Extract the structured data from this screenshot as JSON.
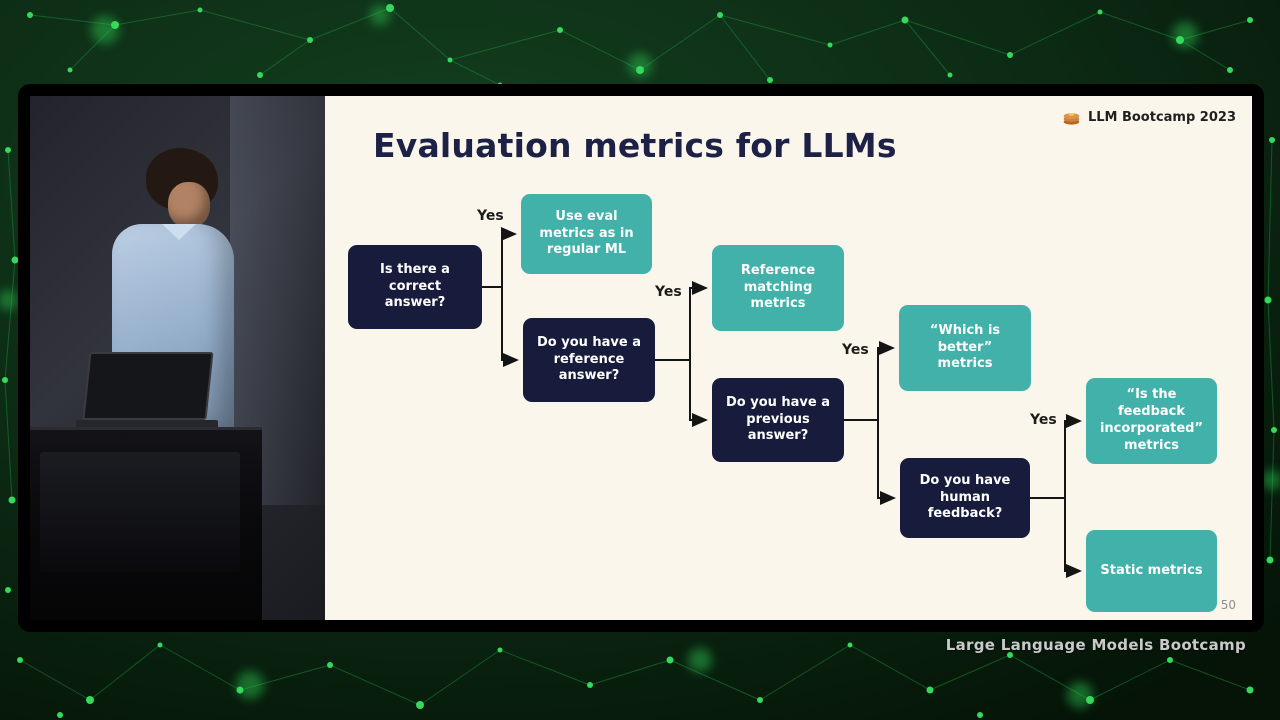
{
  "header": {
    "badge_label": "LLM Bootcamp 2023"
  },
  "slide": {
    "title": "Evaluation metrics for LLMs",
    "page_number": "50"
  },
  "footer": {
    "watermark": "Large Language Models Bootcamp"
  },
  "diagram": {
    "type": "flowchart",
    "nodes": [
      {
        "id": "q-correct-answer",
        "kind": "question",
        "label": "Is there a correct answer?"
      },
      {
        "id": "m-eval-regular-ml",
        "kind": "metric",
        "label": "Use eval metrics as in regular ML"
      },
      {
        "id": "q-reference-answer",
        "kind": "question",
        "label": "Do you have a reference answer?"
      },
      {
        "id": "m-reference-matching",
        "kind": "metric",
        "label": "Reference matching metrics"
      },
      {
        "id": "q-previous-answer",
        "kind": "question",
        "label": "Do you have a previous answer?"
      },
      {
        "id": "m-which-is-better",
        "kind": "metric",
        "label": "“Which is better” metrics"
      },
      {
        "id": "q-human-feedback",
        "kind": "question",
        "label": "Do you have human feedback?"
      },
      {
        "id": "m-feedback-incorporated",
        "kind": "metric",
        "label": "“Is the feedback incorporated” metrics"
      },
      {
        "id": "m-static-metrics",
        "kind": "metric",
        "label": "Static metrics"
      }
    ],
    "edges": [
      {
        "from": "q-correct-answer",
        "to": "m-eval-regular-ml",
        "label": "Yes"
      },
      {
        "from": "q-correct-answer",
        "to": "q-reference-answer",
        "label": ""
      },
      {
        "from": "q-reference-answer",
        "to": "m-reference-matching",
        "label": "Yes"
      },
      {
        "from": "q-reference-answer",
        "to": "q-previous-answer",
        "label": ""
      },
      {
        "from": "q-previous-answer",
        "to": "m-which-is-better",
        "label": "Yes"
      },
      {
        "from": "q-previous-answer",
        "to": "q-human-feedback",
        "label": ""
      },
      {
        "from": "q-human-feedback",
        "to": "m-feedback-incorporated",
        "label": "Yes"
      },
      {
        "from": "q-human-feedback",
        "to": "m-static-metrics",
        "label": ""
      }
    ],
    "colors": {
      "question_bg": "#171c3d",
      "metric_bg": "#41b1aa",
      "node_text": "#ffffff",
      "connector": "#141414",
      "slide_bg": "#faf6ec"
    }
  }
}
